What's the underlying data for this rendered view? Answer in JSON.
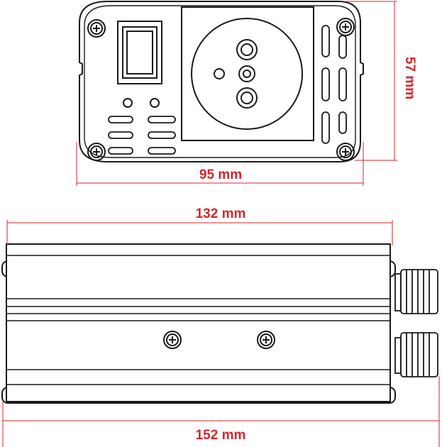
{
  "colors": {
    "outline": "#1a1a1a",
    "dimension": "#d8232a",
    "background": "#ffffff"
  },
  "dimensions": {
    "front_width": "95 mm",
    "front_height": "57 mm",
    "side_body_length": "132 mm",
    "side_total_length": "152 mm"
  },
  "icons": {
    "screw": "screw-icon",
    "socket": "schuko-socket-icon",
    "switch": "rocker-switch-icon"
  }
}
